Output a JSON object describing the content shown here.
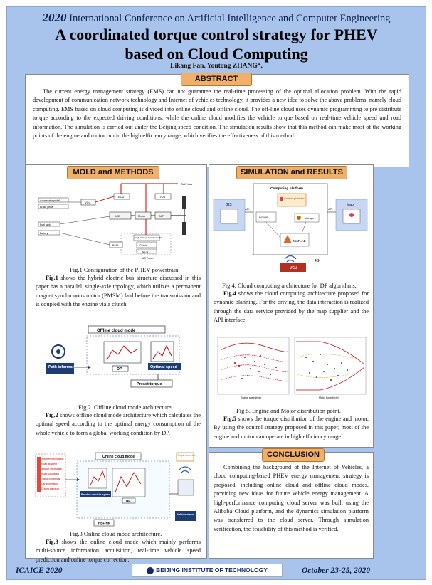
{
  "conference": {
    "year": "2020",
    "name": "International Conference on Artificial Intelligence and Computer Engineering"
  },
  "title_line1": "A coordinated torque control strategy for PHEV",
  "title_line2": "based on Cloud Computing",
  "authors": "Likang Fan, Youtong ZHANG*,",
  "abstract": {
    "header": "ABSTRACT",
    "text": "The current energy management strategy (EMS) can not guarantee the real-time processing of the optimal allocation problem. With the rapid development of communication network technology and Internet of vehicles technology, it provides a new idea to solve the above problems, namely cloud computing. EMS based on cloud computing is divided into online cloud and offline cloud. The off-line cloud uses dynamic programming to pre distribute torque according to the expected driving conditions, while the online cloud modifies the vehicle torque based on real-time vehicle speed and road information. The simulation is carried out under the Beijing speed condition. The simulation results show that this method can make most of the working points of the engine and motor run in the high efficiency range, which verifies the effectiveness of this method."
  },
  "methods": {
    "header": "MOLD and METHODS",
    "fig1": {
      "caption": "Fig.1 Configuration of the PHEV powertrain.",
      "labels": {
        "can": "CAN bus",
        "acc": "Accelerator pedal",
        "brake": "Brake pedal",
        "vcu": "VCU",
        "ecu": "ECU",
        "tcu": "TCU",
        "mcu": "MCU",
        "bms": "BMS",
        "clutch": "Clutch",
        "motor": "Motor",
        "amt": "AMT",
        "engine": "ICE",
        "fuel": "Fuel tank",
        "battery": "Battery",
        "hv": "High-Voltage Distribution Box",
        "ac": "AC Power"
      }
    },
    "fig1_lead": "Fig.1",
    "fig1_text": " shows the hybrid electric bus structure discussed in this paper has a parallel, single-axle topology, which utilizes a permanent magnet synchronous motor (PMSM) laid before the transmission and is coupled with the engine via a clutch.",
    "fig2": {
      "caption": "Fig 2. Offline cloud mode architecture.",
      "title": "Offline cloud mode",
      "path_info": "Path information",
      "dp": "DP",
      "optimal_speed": "Optimal speed",
      "preset_torque": "Preset torque"
    },
    "fig2_lead": "Fig.2",
    "fig2_text": " shows offline cloud mode architecture which calculates the optimal speed according to the optimal energy consumption of the whole vehicle to form a global working condition by DP.",
    "fig3": {
      "caption": "Fig.3 Online cloud mode architecture.",
      "title": "Online cloud mode",
      "torque_correction": "Torque correction",
      "predict_speed": "Predict vehicle speed",
      "dp": "DP",
      "rbf": "RBF NN",
      "vehicle_status": "Vehicle status",
      "inputs": [
        "Weather information",
        "Road gradient",
        "Sensor information",
        "Road conditions",
        "Traffic conditions",
        "Car information",
        "Driving intention"
      ]
    },
    "fig3_lead": "Fig.3",
    "fig3_text": " shows the online cloud mode which mainly performs multi-source information acquisition, real-time vehicle speed prediction and online torque correction."
  },
  "simulation": {
    "header": "SIMULATION and RESULTS",
    "fig4": {
      "caption": "Fig 4.  Cloud computing architecture for DP algorithms.",
      "platform": "Computing platform",
      "control": "Control platform",
      "gis": "GIS",
      "map": "Map",
      "api_l": "API",
      "api_r": "API",
      "dcos": "DC/OS",
      "storage": "storage",
      "matlab": "MATLAB",
      "g4": "4G",
      "vcu": "VCU"
    },
    "fig4_lead": "Fig.4",
    "fig4_text": " shows the cloud computing architecture proposed for dynamic planning. For the driving, the data interaction is realized through the data service provided by the map supplier and the API interface.",
    "fig5": {
      "caption": "Fig 5. Engine and Motor distribution point.",
      "xlabel_left": "Engine speed/rmin",
      "xlabel_right": "Motor Speed/(r/m)"
    },
    "fig5_lead": "Fig.5",
    "fig5_text": " shows the torque distribution of the engine and motor. By using the control strategy proposed in this paper, most of the engine and motor can operate in high efficiency range."
  },
  "conclusion": {
    "header": "CONCLUSION",
    "text": "Combining the background of the Internet of Vehicles, a cloud computing-based PHEV energy management strategy is proposed, including online cloud and offline cloud modes, providing new ideas for future vehicle energy management. A high-performance computing cloud server was built using the Alibaba Cloud platform, and the dynamics simulation platform was transferred to the cloud server. Through simulation verification, the feasibility of this method is verified."
  },
  "footer": {
    "left": "ICAICE 2020",
    "center": "BEIJING INSTITUTE OF TECHNOLOGY",
    "right": "October 23-25, 2020"
  },
  "colors": {
    "background": "#a9c4ec",
    "header_fill": "#f1b06a",
    "title_blue": "#0b1f4d"
  }
}
